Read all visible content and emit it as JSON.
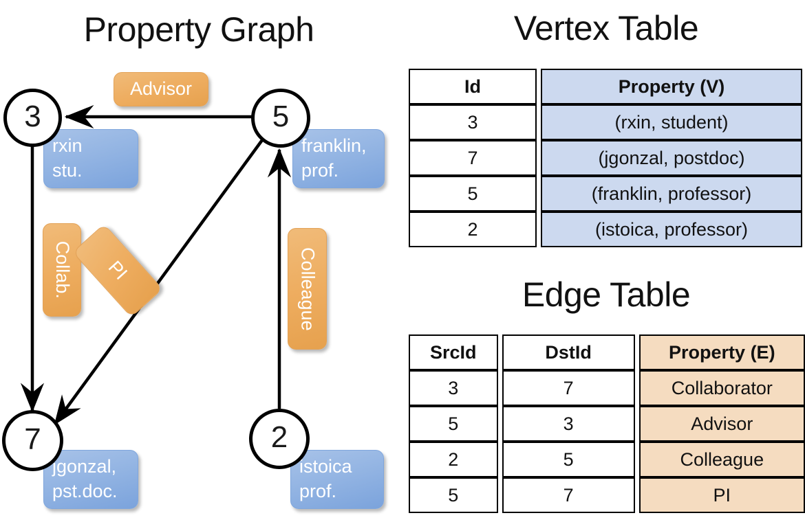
{
  "titles": {
    "property_graph": "Property Graph",
    "vertex_table": "Vertex Table",
    "edge_table": "Edge Table"
  },
  "colors": {
    "vertex_property_fill": "#ccd9ef",
    "edge_property_fill": "#f5dcc0",
    "vertex_box_fill": "#94b5e3",
    "edge_label_fill": "#eead60",
    "stroke": "#000000"
  },
  "graph": {
    "nodes": [
      {
        "id": "3",
        "property_lines": [
          "rxin",
          "stu."
        ]
      },
      {
        "id": "5",
        "property_lines": [
          "franklin,",
          "prof."
        ]
      },
      {
        "id": "7",
        "property_lines": [
          "jgonzal,",
          "pst.doc."
        ]
      },
      {
        "id": "2",
        "property_lines": [
          "istoica",
          "prof."
        ]
      }
    ],
    "edge_labels": [
      {
        "name": "advisor",
        "text": "Advisor"
      },
      {
        "name": "collab",
        "text": "Collab."
      },
      {
        "name": "pi",
        "text": "PI"
      },
      {
        "name": "colleague",
        "text": "Colleague"
      }
    ]
  },
  "vertex_table": {
    "headers": [
      "Id",
      "Property (V)"
    ],
    "rows": [
      {
        "id": "3",
        "property": "(rxin, student)"
      },
      {
        "id": "7",
        "property": "(jgonzal, postdoc)"
      },
      {
        "id": "5",
        "property": "(franklin, professor)"
      },
      {
        "id": "2",
        "property": "(istoica, professor)"
      }
    ]
  },
  "edge_table": {
    "headers": [
      "SrcId",
      "DstId",
      "Property (E)"
    ],
    "rows": [
      {
        "src": "3",
        "dst": "7",
        "property": "Collaborator"
      },
      {
        "src": "5",
        "dst": "3",
        "property": "Advisor"
      },
      {
        "src": "2",
        "dst": "5",
        "property": "Colleague"
      },
      {
        "src": "5",
        "dst": "7",
        "property": "PI"
      }
    ]
  }
}
